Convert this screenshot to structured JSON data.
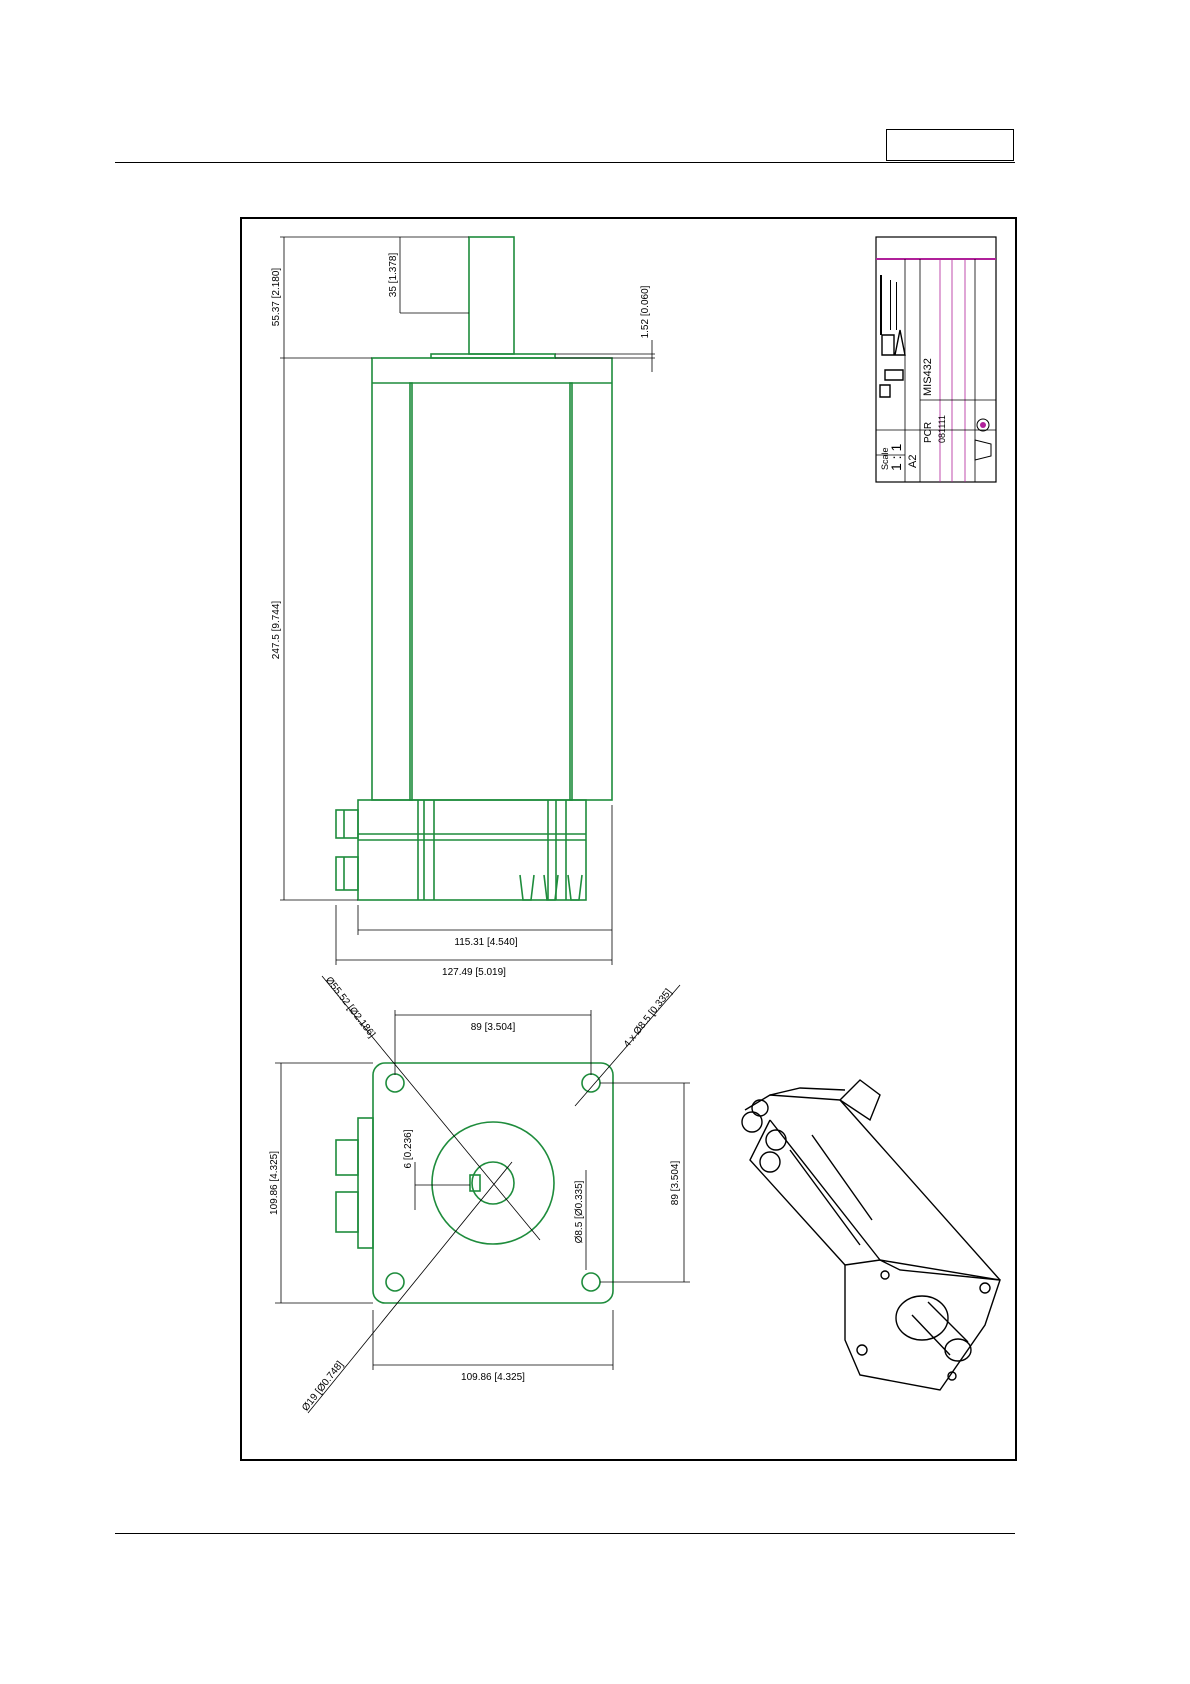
{
  "title_block": {
    "scale_label": "Scale",
    "scale_value": "1 : 1",
    "sheet_size": "A2",
    "drawn_by": "PCR",
    "date": "081111",
    "title": "MIS432"
  },
  "dimensions": {
    "shaft_to_body": "55.37 [2.180]",
    "shaft_length": "35 [1.378]",
    "flange_step": "1.52 [0.060]",
    "body_length": "247.5 [9.744]",
    "connector_depth": "115.31 [4.540]",
    "overall_depth": "127.49 [5.019]",
    "pilot_diameter": "Ø55.52 [Ø2.186]",
    "hole_pattern": "4 x Ø8.5 [0.335]",
    "hole_spacing_h": "89 [3.504]",
    "flange_height": "109.86 [4.325]",
    "key_width": "6 [0.236]",
    "hole_diameter": "Ø8.5 [Ø0.335]",
    "hole_spacing_v": "89 [3.504]",
    "flange_width": "109.86 [4.325]",
    "shaft_diameter": "Ø19 [Ø0.748]"
  },
  "colors": {
    "drawing": "#1e8c3c",
    "lines": "#000000",
    "title_accent": "#b0209a"
  }
}
